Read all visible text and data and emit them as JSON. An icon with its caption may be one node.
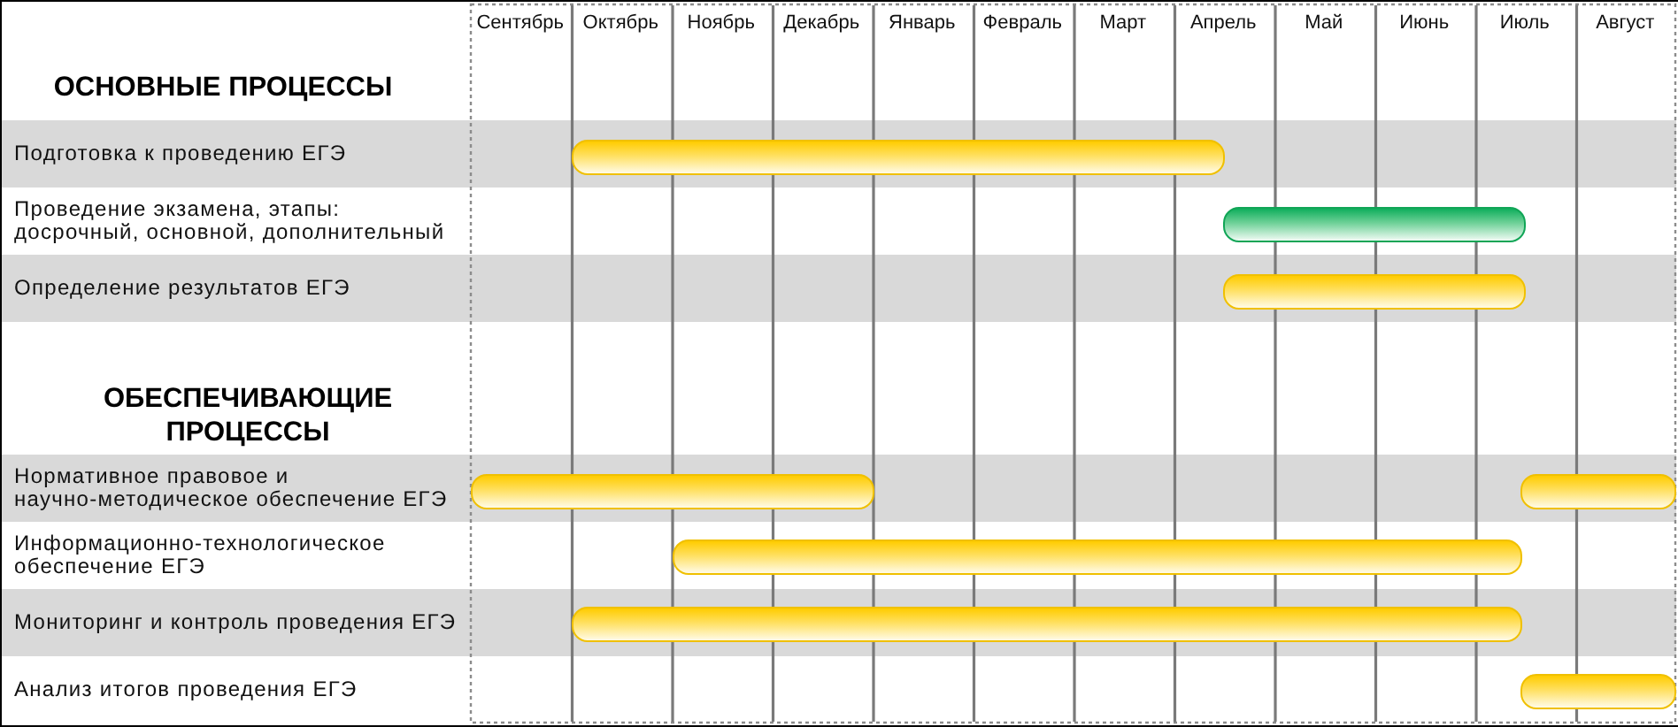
{
  "diagram": {
    "nodes": [
      {
        "text": [
          "Подготовка к проведению ЕГЭ"
        ]
      },
      {
        "text": [],
        "shape": "bar",
        "in": 0
      },
      {
        "text": [
          "Проведение экзамена, этапы: досрочный, основной, дополнительный"
        ]
      },
      {
        "text": [],
        "shape": "bar",
        "in": 2
      },
      {
        "text": [
          "Определение результатов ЕГЭ"
        ]
      },
      {
        "text": [],
        "shape": "bar",
        "in": 4
      },
      {
        "text": [
          "Нормативное правовое и научно-методическое обеспечение ЕГЭ"
        ]
      },
      {
        "text": [],
        "shape": "bar",
        "in": 6
      },
      {
        "text": [],
        "shape": "bar",
        "in": 6
      },
      {
        "text": [
          "Информационно-технологическое обеспечение ЕГЭ"
        ]
      },
      {
        "text": [],
        "shape": "bar",
        "in": 9
      },
      {
        "text": [
          "Мониторинг и контроль проведения ЕГЭ"
        ]
      },
      {
        "text": [],
        "shape": "bar",
        "in": 11
      },
      {
        "text": [
          "Анализ итогов проведения ЕГЭ"
        ]
      },
      {
        "text": [],
        "shape": "bar",
        "in": 13
      }
    ],
    "labels": [
      "Сентябрь",
      "Октябрь",
      "Ноябрь",
      "Декабрь",
      "Январь",
      "Февраль",
      "Март",
      "Апрель",
      "Май",
      "Июнь",
      "Июль",
      "Август",
      "ОСНОВНЫЕ ПРОЦЕССЫ",
      "ОБЕСПЕЧИВАЮЩИЕ ПРОЦЕССЫ"
    ]
  }
}
